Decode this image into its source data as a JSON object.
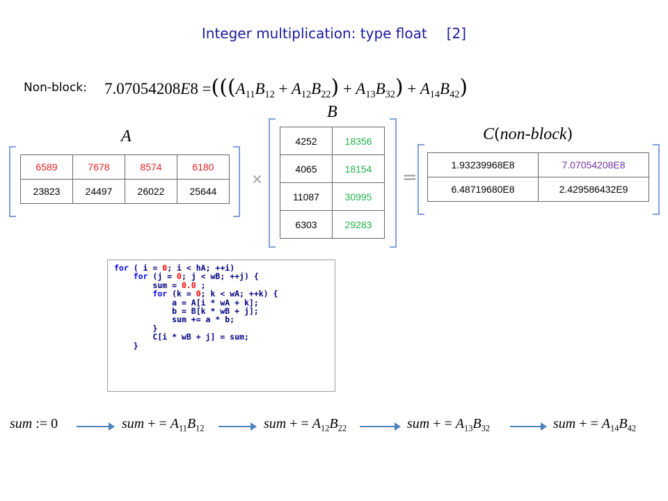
{
  "title": {
    "main": "Integer multiplication: type float",
    "tag": "[2]"
  },
  "nonblock_label": "Non-block:",
  "equation": {
    "value": "7.07054208",
    "exp": "E",
    "exp_num": "8",
    "eq": "=",
    "t1": {
      "a": "A",
      "asub": "11",
      "b": "B",
      "bsub": "12"
    },
    "t2": {
      "a": "A",
      "asub": "12",
      "b": "B",
      "bsub": "22"
    },
    "t3": {
      "a": "A",
      "asub": "13",
      "b": "B",
      "bsub": "32"
    },
    "t4": {
      "a": "A",
      "asub": "14",
      "b": "B",
      "bsub": "42"
    }
  },
  "labels": {
    "A": "A",
    "B": "B",
    "C": "C",
    "C_arg": "non-block"
  },
  "matrix_A": [
    [
      "6589",
      "7678",
      "8574",
      "6180"
    ],
    [
      "23823",
      "24497",
      "26022",
      "25644"
    ]
  ],
  "matrix_B": [
    [
      "4252",
      "18356"
    ],
    [
      "4065",
      "18154"
    ],
    [
      "11087",
      "30995"
    ],
    [
      "6303",
      "29283"
    ]
  ],
  "matrix_C": [
    [
      "1.93239968E8",
      "7.07054208E8"
    ],
    [
      "6.48719680E8",
      "2.429586432E9"
    ]
  ],
  "operators": {
    "times": "×",
    "equals": "="
  },
  "code": {
    "l1": {
      "kw": "for",
      "a": " ( i = ",
      "n": "0",
      "b": "; i < hA; ++i)"
    },
    "l2": {
      "kw": "for",
      "a": " (j = ",
      "n": "0",
      "b": "; j < wB; ++j) {"
    },
    "l3": {
      "a": "sum = ",
      "n": "0.0",
      "b": " ;"
    },
    "l4": {
      "kw": "for",
      "a": " (k = ",
      "n": "0",
      "b": "; k < wA; ++k) {"
    },
    "l5": "a = A[i * wA + k];",
    "l6": "b = B[k * wB + j];",
    "l7": "sum += a * b;",
    "l8": "}",
    "l9": "C[i * wB + j] = sum;",
    "l10": "}"
  },
  "sequence": {
    "s0": {
      "var": "sum",
      "op": " := ",
      "val": "0"
    },
    "var": "sum",
    "op": " + = ",
    "s1": {
      "a": "A",
      "asub": "11",
      "b": "B",
      "bsub": "12"
    },
    "s2": {
      "a": "A",
      "asub": "12",
      "b": "B",
      "bsub": "22"
    },
    "s3": {
      "a": "A",
      "asub": "13",
      "b": "B",
      "bsub": "32"
    },
    "s4": {
      "a": "A",
      "asub": "14",
      "b": "B",
      "bsub": "42"
    }
  },
  "colors": {
    "title": "#1a1a9c",
    "red": "#e02020",
    "green": "#22b14c",
    "purple": "#7030a0",
    "bracket": "#7fa0d6",
    "arrow": "#4f81bd"
  }
}
